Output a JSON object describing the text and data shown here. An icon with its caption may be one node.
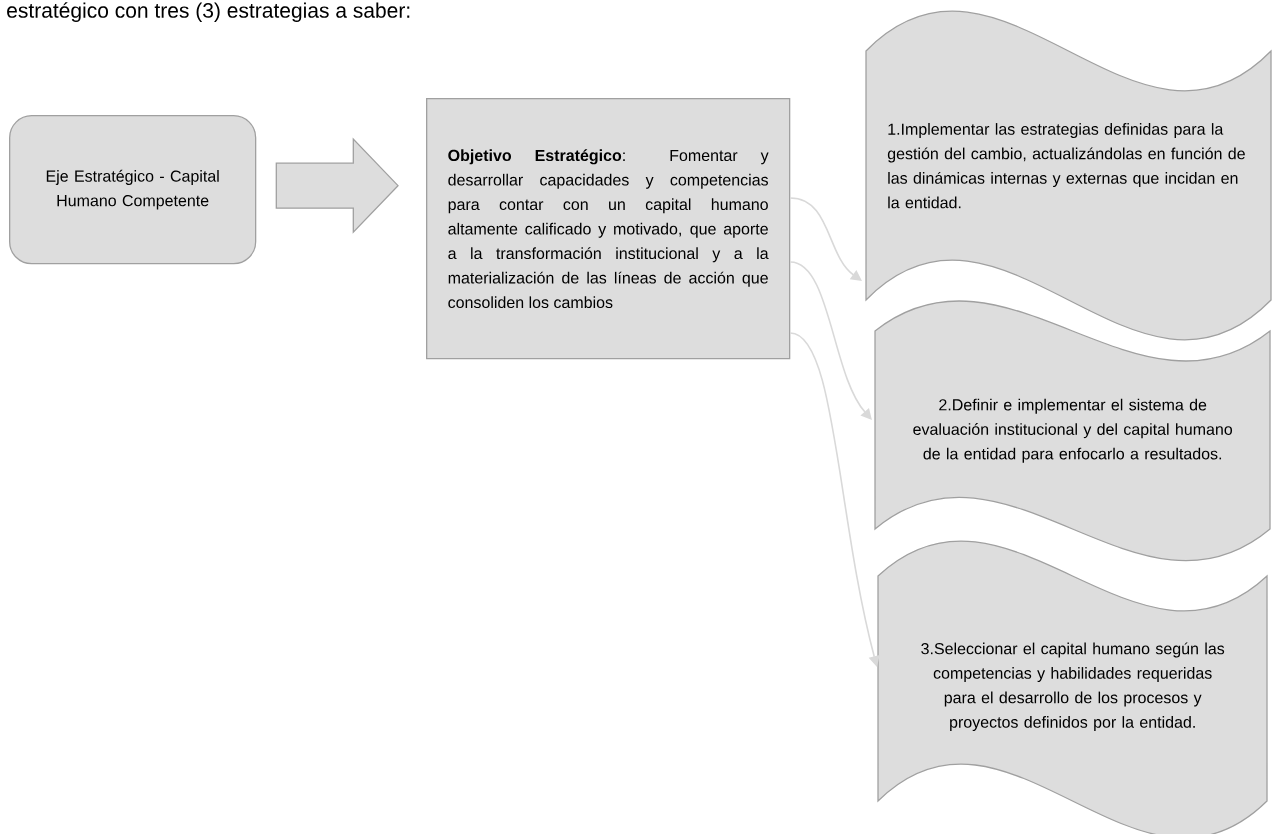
{
  "diagram": {
    "nodes": [
      {
        "text": [
          "Eje Estratégico - Capital Humano Competente"
        ]
      },
      {
        "text": [
          "**Objetivo Estratégico**: Fomentar y desarrollar capacidades y competencias para contar con un capital humano altamente calificado y motivado, que aporte a la transformación institucional y a la materialización de las líneas de acción que consoliden los cambios"
        ]
      },
      {
        "text": [
          "1.Implementar las estrategias definidas para la gestión del cambio, actualizándolas en función de las dinámicas internas y externas que incidan en la entidad."
        ]
      },
      {
        "text": [
          "2.Definir e implementar el sistema de evaluación institucional y del capital humano de la entidad para enfocarlo a resultados."
        ]
      },
      {
        "text": [
          "3.Seleccionar el capital humano según las competencias y habilidades requeridas para el desarrollo de los procesos y proyectos definidos por la entidad."
        ]
      }
    ],
    "edges": [
      {
        "from": 0,
        "to": 1,
        "arrow": "to",
        "style": "thick"
      },
      {
        "from": 1,
        "to": 2,
        "arrow": "to"
      },
      {
        "from": 1,
        "to": 3,
        "arrow": "to"
      },
      {
        "from": 1,
        "to": 4,
        "arrow": "to"
      }
    ],
    "labels": [
      "estratégico con tres (3) estrategias a saber:"
    ]
  }
}
